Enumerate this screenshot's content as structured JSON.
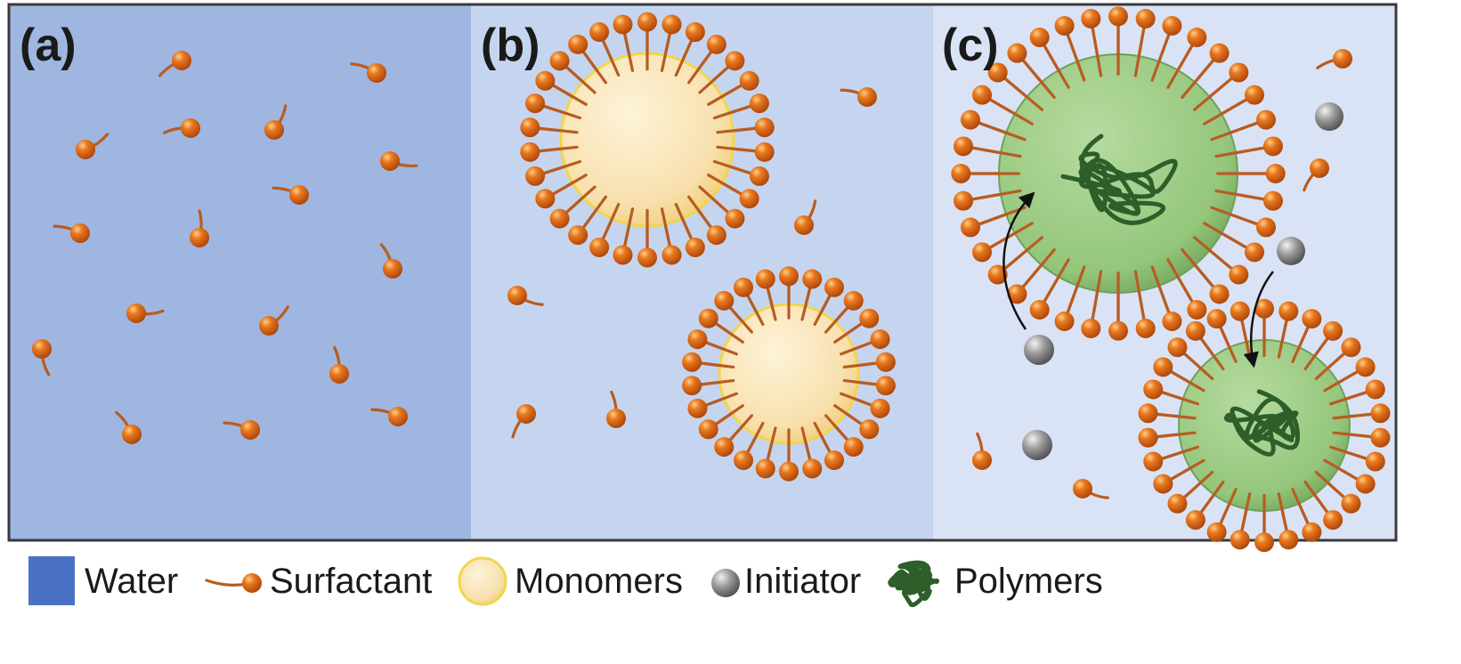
{
  "panels": [
    {
      "label": "(a)",
      "background": "#9fb6e0"
    },
    {
      "label": "(b)",
      "background": "#c6d5ef"
    },
    {
      "label": "(c)",
      "background": "#d9e3f5"
    }
  ],
  "legend": {
    "water": {
      "label": "Water",
      "color": "#4a72c4"
    },
    "surfactant": {
      "label": "Surfactant",
      "color": "#dd6a18"
    },
    "monomers": {
      "label": "Monomers",
      "color": "#f9e2b3"
    },
    "initiator": {
      "label": "Initiator",
      "color": "#8a8a8a"
    },
    "polymers": {
      "label": "Polymers",
      "color": "#2e5e2a"
    }
  },
  "colors": {
    "frame": "#3a3a3a",
    "surfactant_tail": "#b85c22",
    "droplet_edge": "#f0d64a",
    "particle_fill": "#93c47d",
    "particle_edge": "#6fa05a",
    "arrow": "#111111"
  },
  "icons": [
    "surfactant-icon",
    "monomer-droplet-icon",
    "initiator-icon",
    "polymer-coil-icon",
    "arrow-icon"
  ]
}
